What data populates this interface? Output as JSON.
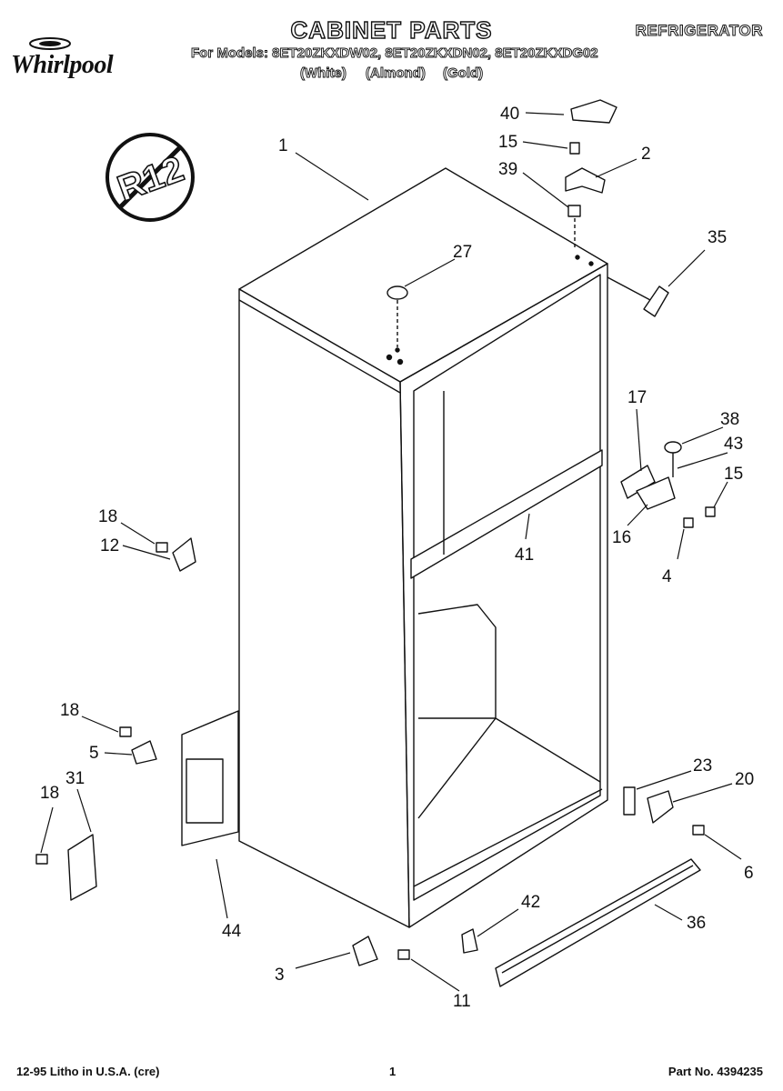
{
  "header": {
    "title": "CABINET PARTS",
    "category": "REFRIGERATOR",
    "models_line": "For Models: 8ET20ZKXDW02, 8ET20ZKXDN02, 8ET20ZKXDG02",
    "colors": [
      "(White)",
      "(Almond)",
      "(Gold)"
    ],
    "brand": "Whirlpool",
    "badge": "R12"
  },
  "callouts": [
    "1",
    "2",
    "3",
    "4",
    "5",
    "6",
    "11",
    "12",
    "15",
    "15",
    "16",
    "17",
    "18",
    "18",
    "18",
    "20",
    "23",
    "27",
    "31",
    "35",
    "36",
    "38",
    "39",
    "40",
    "41",
    "42",
    "43",
    "44"
  ],
  "footer": {
    "left": "12-95 Litho in U.S.A. (cre)",
    "center": "1",
    "right": "Part No. 4394235"
  }
}
